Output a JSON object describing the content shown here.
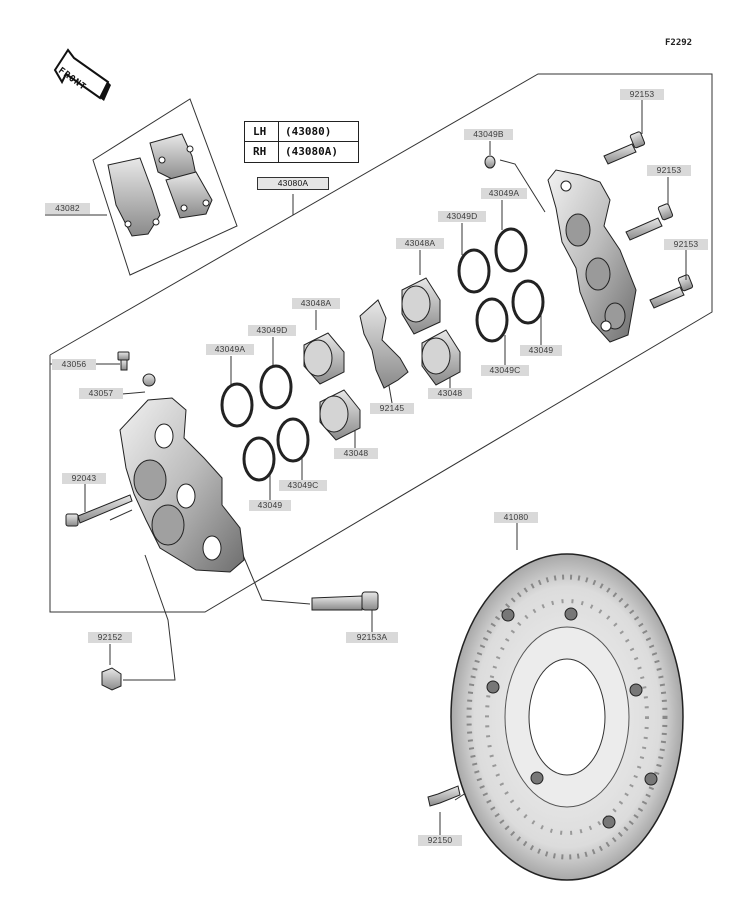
{
  "diagram_code": "F2292",
  "front_label": "FRONT",
  "side_table": [
    {
      "side": "LH",
      "code": "(43080)"
    },
    {
      "side": "RH",
      "code": "(43080A)"
    }
  ],
  "parts": {
    "assembly": "43080A",
    "pads": "43082",
    "bleeder_valve": "43056",
    "bleeder_cap": "43057",
    "pin_bolt": "92043",
    "caliper_bolt_top_1": "92153",
    "caliper_bolt_top_2": "92153",
    "caliper_bolt_top_3": "92153",
    "caliper_bolt_bottom": "92153A",
    "washer_top": "43049B",
    "seal_49a_top": "43049A",
    "seal_49d_top": "43049D",
    "piston_48a_top": "43048A",
    "seal_49_right": "43049",
    "seal_49c_right": "43049C",
    "piston_48_right": "43048",
    "spring": "92145",
    "piston_48a_left": "43048A",
    "seal_49d_left": "43049D",
    "seal_49a_left": "43049A",
    "piston_48_left": "43048",
    "seal_49c_left": "43049C",
    "seal_49_left": "43049",
    "nut": "92152",
    "disc": "41080",
    "disc_bolt": "92150"
  }
}
